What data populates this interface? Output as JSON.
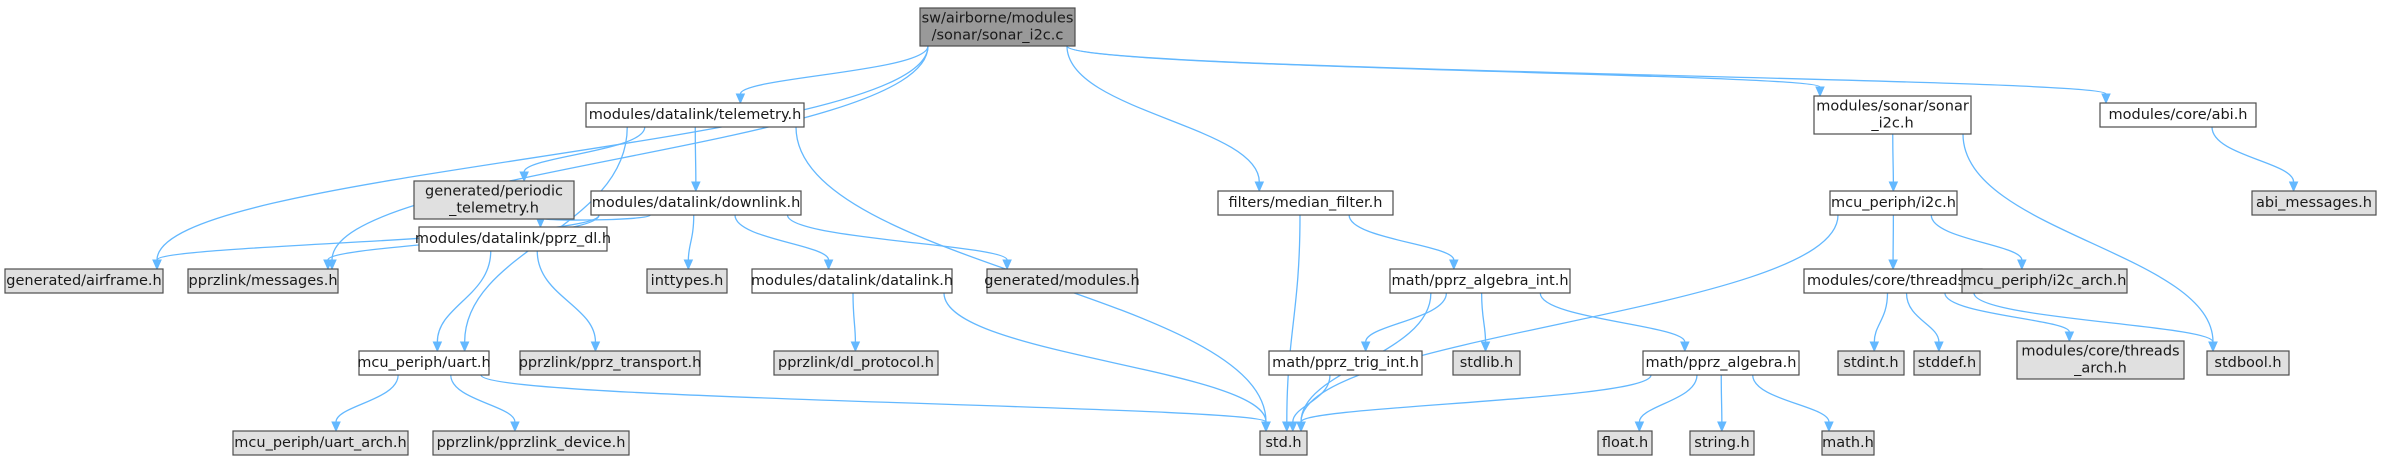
{
  "diagram": {
    "nodes": [
      {
        "id": "root",
        "lines": [
          "sw/airborne/modules",
          "/sonar/sonar_i2c.c"
        ],
        "style": "root"
      },
      {
        "id": "telemetry",
        "lines": [
          "modules/datalink/telemetry.h"
        ],
        "style": "doc"
      },
      {
        "id": "median",
        "lines": [
          "filters/median_filter.h"
        ],
        "style": "doc"
      },
      {
        "id": "sonar_h",
        "lines": [
          "modules/sonar/sonar",
          "_i2c.h"
        ],
        "style": "doc"
      },
      {
        "id": "abi",
        "lines": [
          "modules/core/abi.h"
        ],
        "style": "doc"
      },
      {
        "id": "periodic",
        "lines": [
          "generated/periodic",
          "_telemetry.h"
        ],
        "style": "ext"
      },
      {
        "id": "downlink",
        "lines": [
          "modules/datalink/downlink.h"
        ],
        "style": "doc"
      },
      {
        "id": "i2c",
        "lines": [
          "mcu_periph/i2c.h"
        ],
        "style": "doc"
      },
      {
        "id": "abi_msgs",
        "lines": [
          "abi_messages.h"
        ],
        "style": "ext"
      },
      {
        "id": "airframe",
        "lines": [
          "generated/airframe.h"
        ],
        "style": "ext"
      },
      {
        "id": "messages",
        "lines": [
          "pprzlink/messages.h"
        ],
        "style": "ext"
      },
      {
        "id": "pprz_dl",
        "lines": [
          "modules/datalink/pprz_dl.h"
        ],
        "style": "doc"
      },
      {
        "id": "inttypes",
        "lines": [
          "inttypes.h"
        ],
        "style": "ext"
      },
      {
        "id": "datalink",
        "lines": [
          "modules/datalink/datalink.h"
        ],
        "style": "doc"
      },
      {
        "id": "gen_modules",
        "lines": [
          "generated/modules.h"
        ],
        "style": "ext"
      },
      {
        "id": "algebra_int",
        "lines": [
          "math/pprz_algebra_int.h"
        ],
        "style": "doc"
      },
      {
        "id": "threads",
        "lines": [
          "modules/core/threads.h"
        ],
        "style": "doc"
      },
      {
        "id": "i2c_arch",
        "lines": [
          "mcu_periph/i2c_arch.h"
        ],
        "style": "ext"
      },
      {
        "id": "uart",
        "lines": [
          "mcu_periph/uart.h"
        ],
        "style": "doc"
      },
      {
        "id": "transport",
        "lines": [
          "pprzlink/pprz_transport.h"
        ],
        "style": "ext"
      },
      {
        "id": "dl_protocol",
        "lines": [
          "pprzlink/dl_protocol.h"
        ],
        "style": "ext"
      },
      {
        "id": "trig_int",
        "lines": [
          "math/pprz_trig_int.h"
        ],
        "style": "doc"
      },
      {
        "id": "stdlib",
        "lines": [
          "stdlib.h"
        ],
        "style": "ext"
      },
      {
        "id": "algebra",
        "lines": [
          "math/pprz_algebra.h"
        ],
        "style": "doc"
      },
      {
        "id": "stdint",
        "lines": [
          "stdint.h"
        ],
        "style": "ext"
      },
      {
        "id": "stddef",
        "lines": [
          "stddef.h"
        ],
        "style": "ext"
      },
      {
        "id": "threads_arch",
        "lines": [
          "modules/core/threads",
          "_arch.h"
        ],
        "style": "ext"
      },
      {
        "id": "stdbool",
        "lines": [
          "stdbool.h"
        ],
        "style": "ext"
      },
      {
        "id": "uart_arch",
        "lines": [
          "mcu_periph/uart_arch.h"
        ],
        "style": "ext"
      },
      {
        "id": "device",
        "lines": [
          "pprzlink/pprzlink_device.h"
        ],
        "style": "ext"
      },
      {
        "id": "std",
        "lines": [
          "std.h"
        ],
        "style": "ext"
      },
      {
        "id": "float",
        "lines": [
          "float.h"
        ],
        "style": "ext"
      },
      {
        "id": "string",
        "lines": [
          "string.h"
        ],
        "style": "ext"
      },
      {
        "id": "math",
        "lines": [
          "math.h"
        ],
        "style": "ext"
      }
    ],
    "edges": [
      [
        "root",
        "telemetry"
      ],
      [
        "root",
        "median"
      ],
      [
        "root",
        "sonar_h"
      ],
      [
        "root",
        "abi"
      ],
      [
        "root",
        "airframe"
      ],
      [
        "root",
        "messages"
      ],
      [
        "telemetry",
        "periodic"
      ],
      [
        "telemetry",
        "downlink"
      ],
      [
        "telemetry",
        "uart"
      ],
      [
        "telemetry",
        "std"
      ],
      [
        "downlink",
        "airframe"
      ],
      [
        "downlink",
        "messages"
      ],
      [
        "downlink",
        "pprz_dl"
      ],
      [
        "downlink",
        "inttypes"
      ],
      [
        "downlink",
        "datalink"
      ],
      [
        "downlink",
        "gen_modules"
      ],
      [
        "pprz_dl",
        "uart"
      ],
      [
        "pprz_dl",
        "transport"
      ],
      [
        "datalink",
        "dl_protocol"
      ],
      [
        "datalink",
        "std"
      ],
      [
        "uart",
        "uart_arch"
      ],
      [
        "uart",
        "device"
      ],
      [
        "uart",
        "std"
      ],
      [
        "median",
        "std"
      ],
      [
        "median",
        "algebra_int"
      ],
      [
        "algebra_int",
        "trig_int"
      ],
      [
        "algebra_int",
        "stdlib"
      ],
      [
        "algebra_int",
        "std"
      ],
      [
        "algebra_int",
        "algebra"
      ],
      [
        "trig_int",
        "std"
      ],
      [
        "algebra",
        "std"
      ],
      [
        "algebra",
        "float"
      ],
      [
        "algebra",
        "string"
      ],
      [
        "algebra",
        "math"
      ],
      [
        "sonar_h",
        "i2c"
      ],
      [
        "sonar_h",
        "stdbool"
      ],
      [
        "i2c",
        "std"
      ],
      [
        "i2c",
        "threads"
      ],
      [
        "i2c",
        "i2c_arch"
      ],
      [
        "threads",
        "stdint"
      ],
      [
        "threads",
        "stddef"
      ],
      [
        "threads",
        "threads_arch"
      ],
      [
        "threads",
        "stdbool"
      ],
      [
        "abi",
        "abi_msgs"
      ]
    ]
  },
  "colors": {
    "root_fill": "#999999",
    "doc_fill": "#ffffff",
    "ext_fill": "#e0e0e0",
    "border": "#4d4d4d",
    "edge": "#63b8ff",
    "text": "#1a1a1a"
  }
}
